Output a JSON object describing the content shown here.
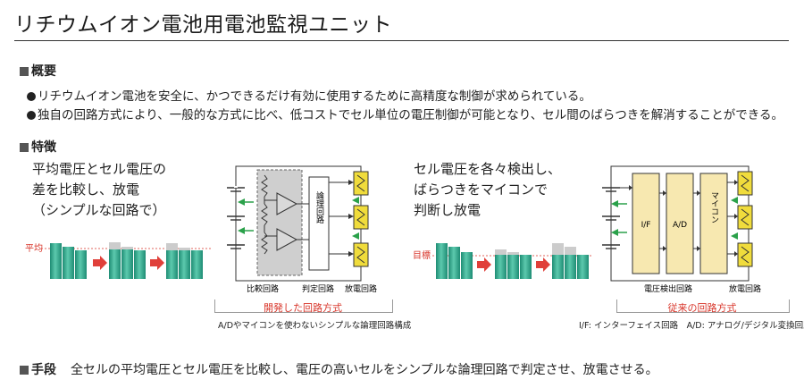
{
  "title": "リチウムイオン電池用電池監視ユニット",
  "overview": {
    "heading": "概要",
    "bullets": [
      "リチウムイオン電池を安全に、かつできるだけ有効に使用するために高精度な制御が求められている。",
      "独自の回路方式により、一般的な方式に比べ、低コストでセル単位の電圧制御が可能となり、セル間のばらつきを解消することができる。"
    ]
  },
  "features": {
    "heading": "特徴",
    "left": {
      "desc": [
        "平均電圧とセル電圧の",
        "差を比較し、放電",
        "（シンプルな回路で）"
      ],
      "level_label": "平均",
      "logic_label": "論理回路",
      "labels": [
        "比較回路",
        "判定回路",
        "放電回路"
      ],
      "caption": "開発した回路方式",
      "note": "A/Dやマイコンを使わないシンプルな論理回路構成"
    },
    "right": {
      "desc": [
        "セル電圧を各々検出し、",
        "ばらつきをマイコンで",
        "判断し放電"
      ],
      "level_label": "目標",
      "blocks": [
        "I/F",
        "A/D",
        "マイコン"
      ],
      "labels": [
        "電圧検出回路",
        "放電回路"
      ],
      "caption": "従来の回路方式",
      "note": "I/F: インターフェイス回路　A/D: アナログ/デジタル変換回路"
    }
  },
  "means": {
    "heading": "手段",
    "text": "全セルの平均電圧とセル電圧を比較し、電圧の高いセルをシンプルな論理回路で判定させ、放電させる。"
  },
  "colors": {
    "accent_red": "#d8352a",
    "cell_teal": "#2ca58d",
    "resistor_yellow": "#f0dc3c",
    "block_fill": "#f7e8b0",
    "compare_gray": "#c8c8c8"
  }
}
